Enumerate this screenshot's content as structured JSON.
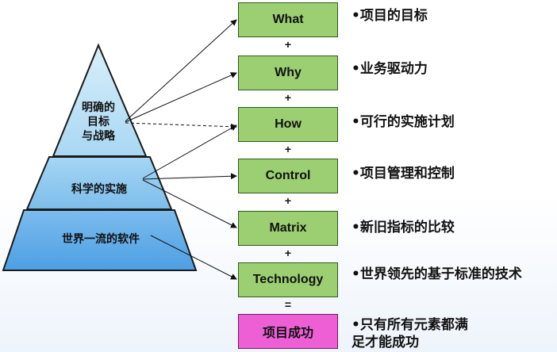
{
  "pyramid": {
    "top": "明确的\n目标\n与战略",
    "middle": "科学的实施",
    "bottom": "世界一流的软件"
  },
  "boxes": [
    {
      "label": "What",
      "desc": "•项目的目标"
    },
    {
      "label": "Why",
      "desc": "•业务驱动力"
    },
    {
      "label": "How",
      "desc": "•可行的实施计划"
    },
    {
      "label": "Control",
      "desc": "•项目管理和控制"
    },
    {
      "label": "Matrix",
      "desc": "•新旧指标的比较"
    },
    {
      "label": "Technology",
      "desc": "•世界领先的基于标准的技术"
    }
  ],
  "operators": [
    "+",
    "+",
    "+",
    "+",
    "+",
    "="
  ],
  "result": {
    "label": "项目成功",
    "desc": "•只有所有元素都满\n足才能成功"
  },
  "colors": {
    "box_fill": "#9ccf72",
    "result_fill": "#ee5fd6",
    "pyramid_top": "#bfe3f7",
    "pyramid_middle": "#8cc8f0",
    "pyramid_bottom": "#5aa8e8"
  }
}
